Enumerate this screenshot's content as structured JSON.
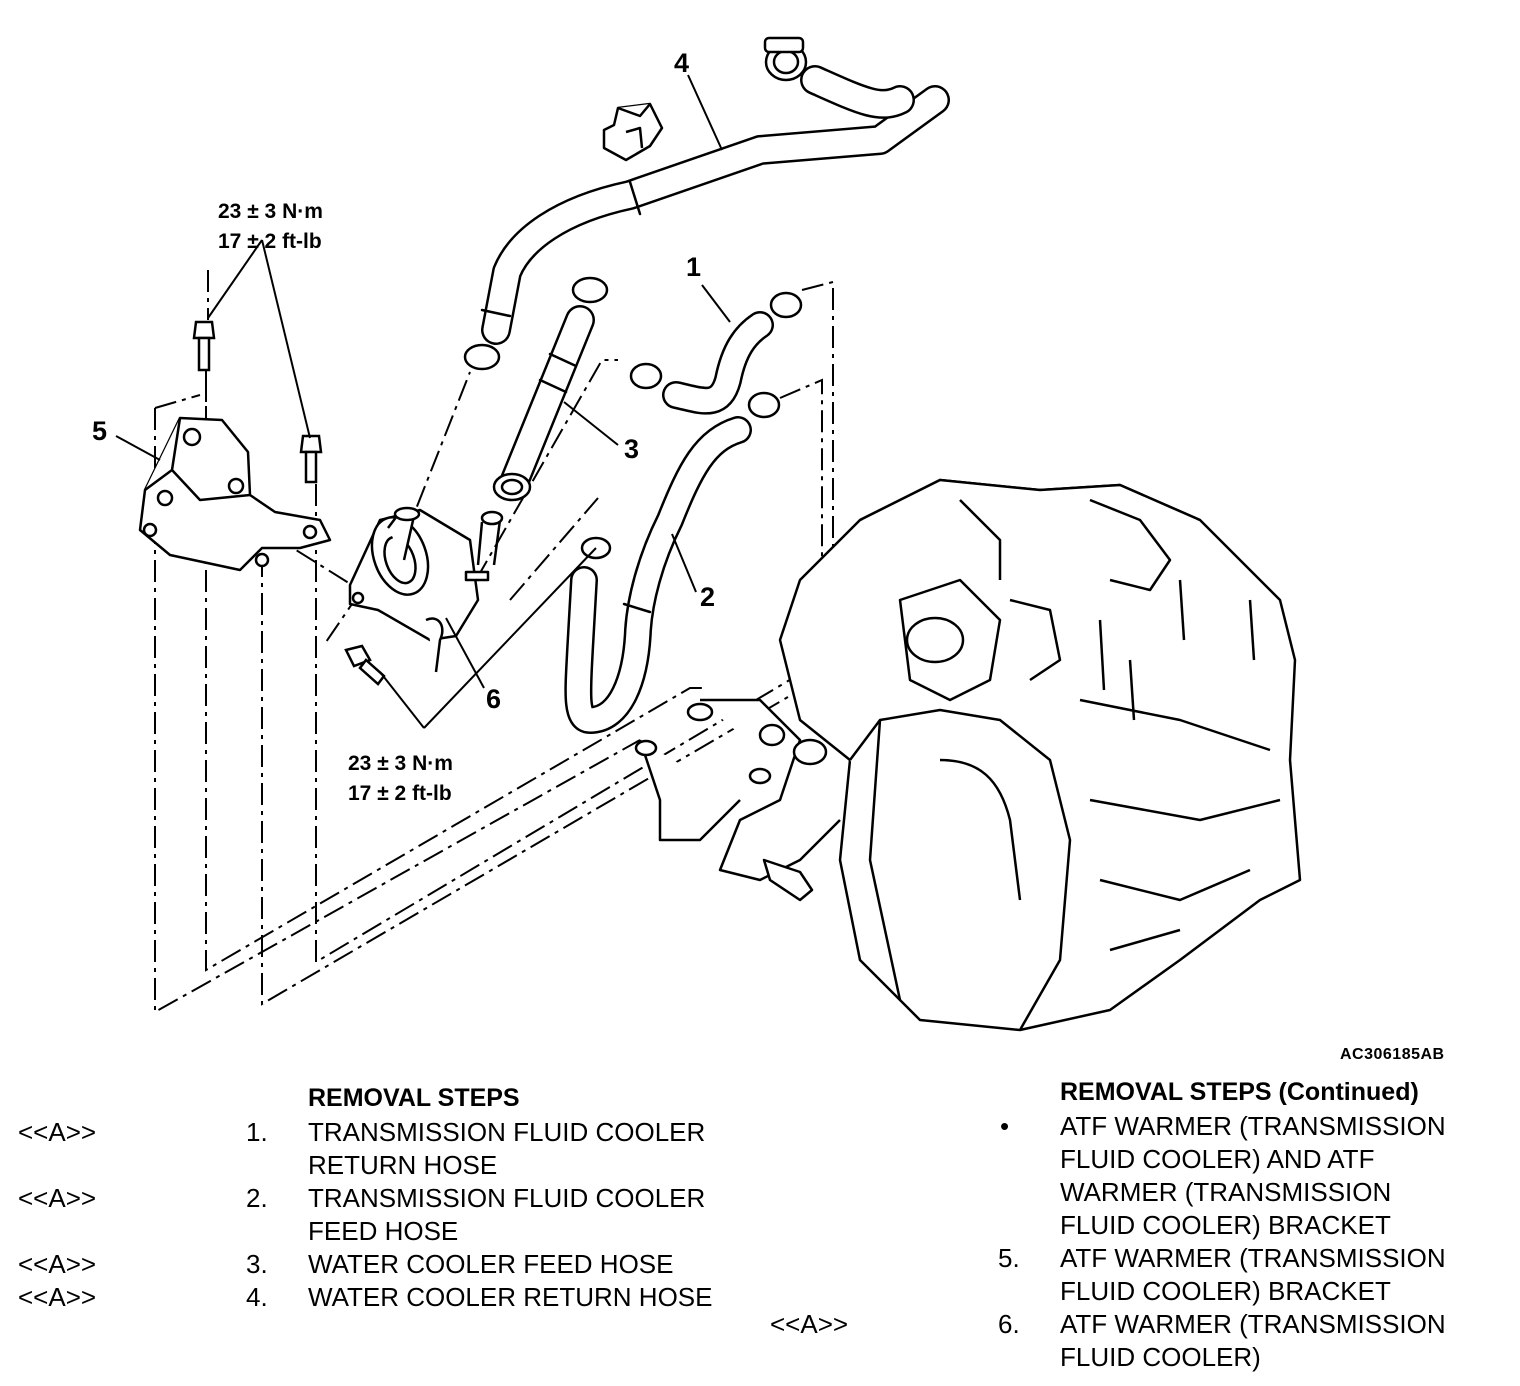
{
  "figure_id": "AC306185AB",
  "callouts": {
    "c1": "1",
    "c2": "2",
    "c3": "3",
    "c4": "4",
    "c5": "5",
    "c6": "6"
  },
  "torque_upper": {
    "metric": "23 ± 3 N·m",
    "imperial": "17 ± 2 ft-lb"
  },
  "torque_lower": {
    "metric": "23 ± 3 N·m",
    "imperial": "17 ± 2 ft-lb"
  },
  "left_column": {
    "heading": "REMOVAL STEPS",
    "steps": [
      {
        "ref": "<<A>>",
        "num": "1.",
        "line1": "TRANSMISSION FLUID COOLER",
        "line2": "RETURN HOSE"
      },
      {
        "ref": "<<A>>",
        "num": "2.",
        "line1": "TRANSMISSION FLUID COOLER",
        "line2": "FEED HOSE"
      },
      {
        "ref": "<<A>>",
        "num": "3.",
        "line1": "WATER COOLER FEED HOSE"
      },
      {
        "ref": "<<A>>",
        "num": "4.",
        "line1": "WATER COOLER RETURN HOSE"
      }
    ]
  },
  "right_column": {
    "heading": "REMOVAL STEPS (Continued)",
    "steps": [
      {
        "num": "•",
        "lines": [
          "ATF WARMER (TRANSMISSION",
          "FLUID COOLER) AND ATF",
          "WARMER (TRANSMISSION",
          "FLUID COOLER) BRACKET"
        ]
      },
      {
        "num": "5.",
        "lines": [
          "ATF WARMER (TRANSMISSION",
          "FLUID COOLER) BRACKET"
        ]
      },
      {
        "ref": "<<A>>",
        "num": "6.",
        "lines": [
          "ATF WARMER (TRANSMISSION",
          "FLUID COOLER)"
        ]
      }
    ]
  }
}
